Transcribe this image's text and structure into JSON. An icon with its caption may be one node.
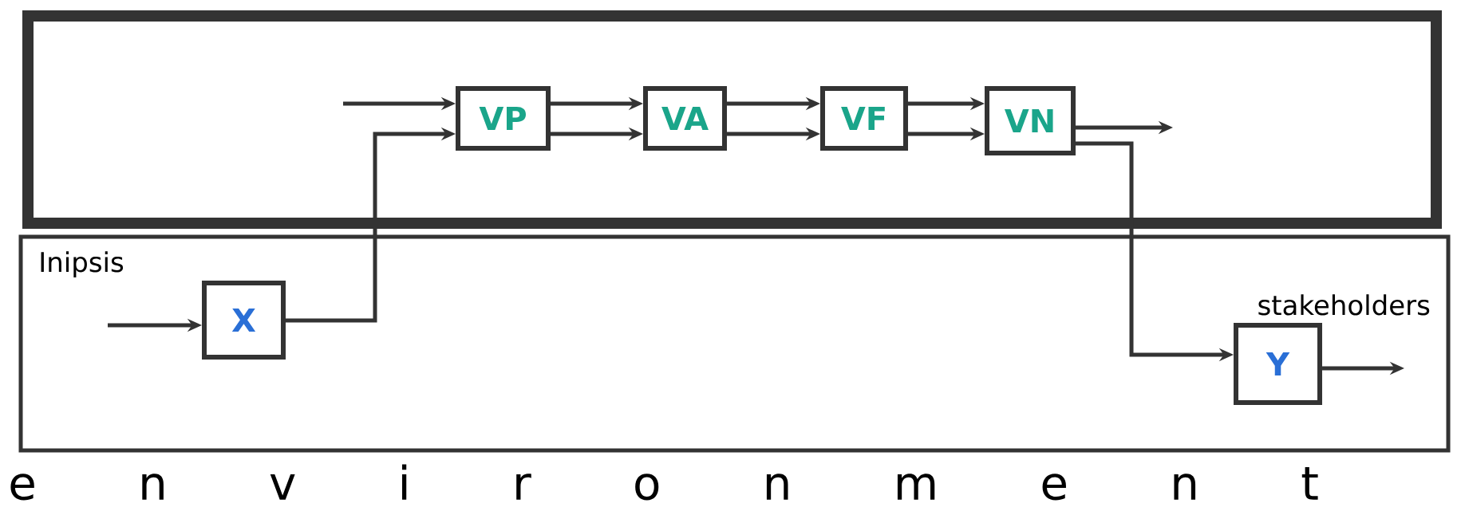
{
  "diagram": {
    "nodes": [
      {
        "text": [],
        "shape": "box"
      },
      {
        "text": [
          "VP"
        ],
        "in": 0
      },
      {
        "text": [
          "VA"
        ],
        "in": 0
      },
      {
        "text": [
          "VF"
        ],
        "in": 0
      },
      {
        "text": [
          "VN"
        ],
        "in": 0
      },
      {
        "text": [
          "Inipsis",
          "stakeholders"
        ]
      },
      {
        "text": [
          "X"
        ],
        "in": 5
      },
      {
        "text": [
          "Y"
        ],
        "in": 5
      }
    ],
    "edges": [
      {
        "from": null,
        "to": 1,
        "arrow": "to"
      },
      {
        "from": 6,
        "to": 1,
        "arrow": "to"
      },
      {
        "from": 1,
        "to": 2,
        "arrow": "to"
      },
      {
        "from": 1,
        "to": 2,
        "arrow": "to"
      },
      {
        "from": 2,
        "to": 3,
        "arrow": "to"
      },
      {
        "from": 2,
        "to": 3,
        "arrow": "to"
      },
      {
        "from": 3,
        "to": 4,
        "arrow": "to"
      },
      {
        "from": 3,
        "to": 4,
        "arrow": "to"
      },
      {
        "from": 4,
        "to": null,
        "arrow": "to"
      },
      {
        "from": 4,
        "to": 7,
        "arrow": "to"
      },
      {
        "from": null,
        "to": 6,
        "arrow": "to"
      },
      {
        "from": 7,
        "to": null,
        "arrow": "to"
      }
    ],
    "labels": [
      "e n v i r o n m e n t"
    ]
  }
}
